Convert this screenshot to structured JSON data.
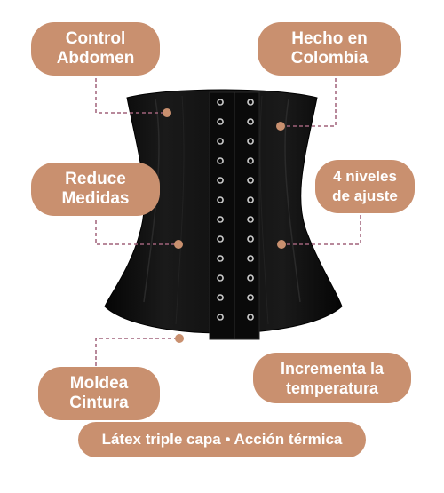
{
  "features": {
    "control_abdomen": [
      "Control",
      "Abdomen"
    ],
    "hecho_colombia": [
      "Hecho en",
      "Colombia"
    ],
    "reduce_medidas": [
      "Reduce",
      "Medidas"
    ],
    "niveles_ajuste": [
      "4 niveles",
      "de ajuste"
    ],
    "moldea_cintura": [
      "Moldea",
      "Cintura"
    ],
    "incrementa_temperatura": [
      "Incrementa la",
      "temperatura"
    ]
  },
  "footer": {
    "text": "Látex triple capa • Acción térmica"
  },
  "colors": {
    "pill": "#c9906f",
    "connector": "#a0627a",
    "garment": "#0c0c0c"
  },
  "icons": {
    "garment": "waist-trainer-corset"
  }
}
